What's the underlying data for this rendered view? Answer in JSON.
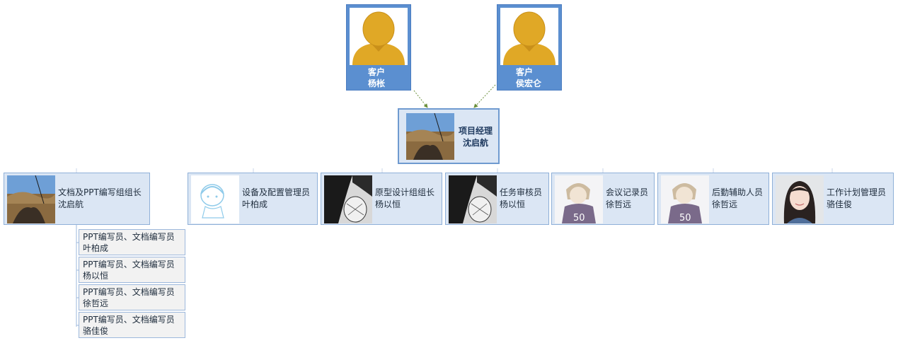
{
  "customers": [
    {
      "title": "客户",
      "name": "杨枨"
    },
    {
      "title": "客户",
      "name": "侯宏仑"
    }
  ],
  "manager": {
    "title": "项目经理",
    "name": "沈启航"
  },
  "roles": [
    {
      "title": "文档及PPT编写组组长",
      "name": "沈启航",
      "photo": "landscape-photo"
    },
    {
      "title": "设备及配置管理员",
      "name": "叶柏成",
      "photo": "anime-boy-sketch"
    },
    {
      "title": "原型设计组组长",
      "name": "杨以恒",
      "photo": "bw-portrait"
    },
    {
      "title": "任务审核员",
      "name": "杨以恒",
      "photo": "bw-portrait"
    },
    {
      "title": "会议记录员",
      "name": "徐哲远",
      "photo": "anime-boy-jersey"
    },
    {
      "title": "后勤辅助人员",
      "name": "徐哲远",
      "photo": "anime-boy-jersey"
    },
    {
      "title": "工作计划管理员",
      "name": "骆佳俊",
      "photo": "girl-portrait"
    }
  ],
  "sub_items": [
    {
      "title": "PPT编写员、文档编写员",
      "name": "叶柏成"
    },
    {
      "title": "PPT编写员、文档编写员",
      "name": "杨以恒"
    },
    {
      "title": "PPT编写员、文档编写员",
      "name": "徐哲远"
    },
    {
      "title": "PPT编写员、文档编写员",
      "name": "骆佳俊"
    }
  ],
  "colors": {
    "customer_fill": "#5b8fd0",
    "card_fill": "#dbe6f4",
    "card_border": "#8fb0d8",
    "avatar_gold": "#e0a826",
    "connector": "#6a8f3a"
  }
}
